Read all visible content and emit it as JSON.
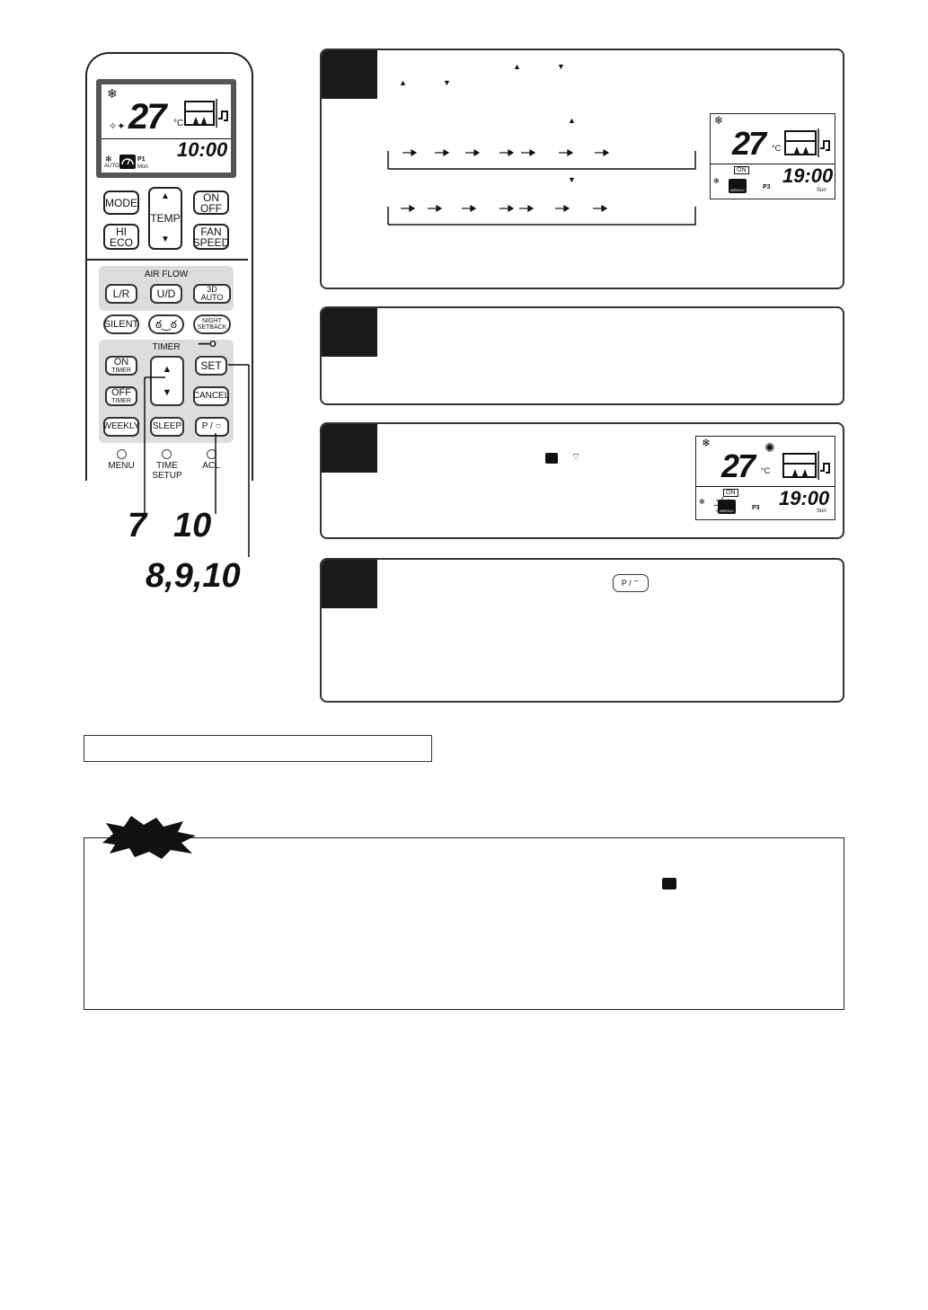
{
  "remote": {
    "lcd": {
      "temp": "27",
      "unit": "°C",
      "time": "10:00",
      "program": "P1",
      "day": "Mon",
      "fan_mode": "AUTO",
      "weekly_icon": "WEEKLY"
    },
    "buttons": {
      "mode": "MODE",
      "temp": "TEMP",
      "on_off_1": "ON",
      "on_off_2": "OFF",
      "hi_eco_1": "HI",
      "hi_eco_2": "ECO",
      "fan_speed_1": "FAN",
      "fan_speed_2": "SPEED",
      "lr": "L/R",
      "ud": "U/D",
      "auto3d": "3D AUTO",
      "silent": "SILENT",
      "night_1": "NIGHT",
      "night_2": "SETBACK",
      "on_timer_1": "ON",
      "on_timer_2": "TIMER",
      "off_timer_1": "OFF",
      "off_timer_2": "TIMER",
      "set": "SET",
      "cancel": "CANCEL",
      "weekly": "WEEKLY",
      "sleep": "SLEEP",
      "p_button": "P /"
    },
    "groups": {
      "airflow": "AIR FLOW",
      "timer": "TIMER"
    },
    "bottom": {
      "menu": "MENU",
      "time_setup": "TIME SETUP",
      "acl": "ACL"
    }
  },
  "callouts": {
    "left": "7",
    "middle": "10",
    "bottom": "8,9,10"
  },
  "display_a": {
    "temp": "27",
    "unit": "°C",
    "time": "19:00",
    "program": "P3",
    "day": "Sun",
    "on_tag": "ON",
    "weekly_icon": "WEEKLY"
  },
  "display_b": {
    "temp": "27",
    "unit": "°C",
    "time": "19:00",
    "program": "P3",
    "day": "Sun",
    "on_tag": "ON",
    "weekly_icon": "WEEKLY"
  },
  "step4": {
    "button_label": "P /"
  }
}
